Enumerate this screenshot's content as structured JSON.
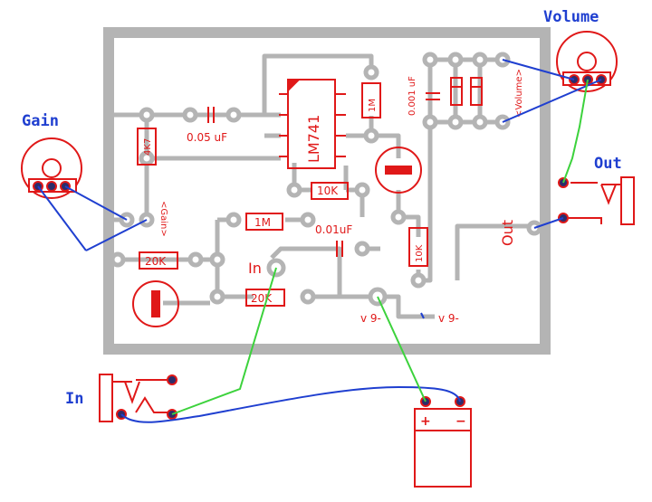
{
  "labels": {
    "volume": "Volume",
    "gain": "Gain",
    "out_jack": "Out",
    "in_jack": "In"
  },
  "board": {
    "chip": "LM741",
    "r_4k7": "4K7",
    "c_005": "0.05 uF",
    "c_0001": "0.001 uF",
    "r_1m_top": "1M",
    "r_10k_mid": "10K",
    "r_1m_mid": "1M",
    "c_001": "0.01uF",
    "r_20k_a": "20K",
    "r_20k_b": "20K",
    "r_10k_right": "10K",
    "gain_mark": "<Gain>",
    "volume_mark": "<Volume>",
    "out_mark": "Out",
    "in_mark": "In",
    "v9_a": "v 9-",
    "v9_b": "v 9-"
  },
  "battery": {
    "plus": "+",
    "minus": "−"
  },
  "colors": {
    "board": "#b4b4b4",
    "component": "#e01818",
    "wire_blue": "#1f3fd0",
    "wire_green": "#3cd23c",
    "pad": "#ffffff",
    "label_blue": "#1f3fd0"
  }
}
